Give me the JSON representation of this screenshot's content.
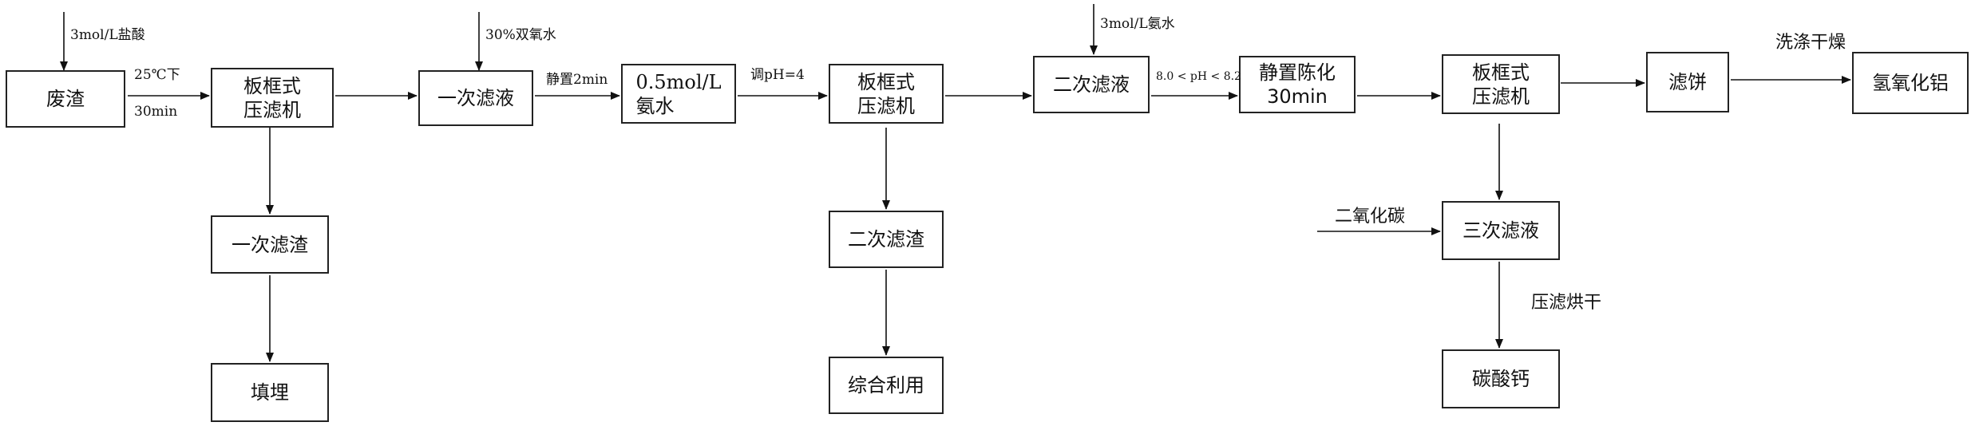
{
  "nodes": {
    "waste_residue": "废渣",
    "filter_press_1": [
      "板框式",
      "压滤机"
    ],
    "first_filtrate": "一次滤液",
    "first_filter_residue": "一次滤渣",
    "landfill": "填埋",
    "ammonia_05": [
      "0.5mol/L",
      "氨水"
    ],
    "filter_press_2": [
      "板框式",
      "压滤机"
    ],
    "second_filter_residue": "二次滤渣",
    "comprehensive_use": "综合利用",
    "second_filtrate": "二次滤液",
    "aging": [
      "静置陈化",
      "30min"
    ],
    "filter_press_3": [
      "板框式",
      "压滤机"
    ],
    "filter_cake": "滤饼",
    "aluminum_hydroxide": "氢氧化铝",
    "third_filtrate": "三次滤液",
    "calcium_carbonate": "碳酸钙"
  },
  "labels": {
    "hcl_input": "3mol/L盐酸",
    "temp": "25℃下",
    "time_30": "30min",
    "peroxide_input": "30%双氧水",
    "stand_2min": "静置2min",
    "adjust_ph": "调pH=4",
    "ammonia_input": "3mol/L氨水",
    "ph_range": "8.0 < pH < 8.2",
    "wash_dry": "洗涤干燥",
    "co2_input": "二氧化碳",
    "press_dry": "压滤烘干"
  }
}
